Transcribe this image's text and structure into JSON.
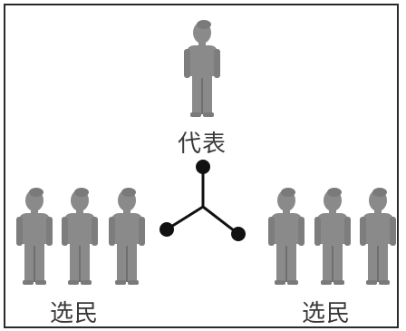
{
  "diagram": {
    "representative_label": "代表",
    "left_group_label": "选民",
    "right_group_label": "选民",
    "colors": {
      "figure": "#8a8a8a",
      "figure_shadow": "#6f6f6f",
      "connector": "#111111",
      "text": "#3a3a3a",
      "border": "#2a2a2a"
    }
  }
}
